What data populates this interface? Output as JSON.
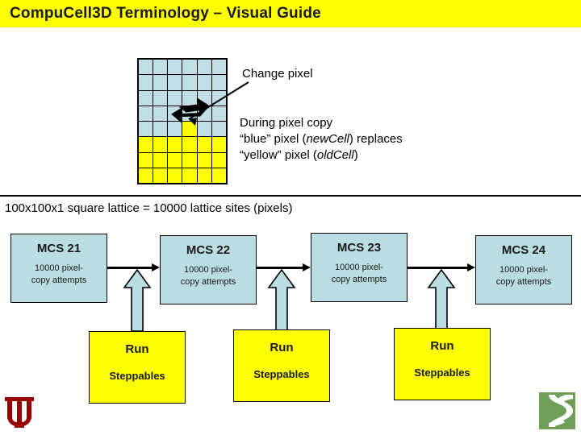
{
  "title": {
    "text": "CompuCell3D Terminology – Visual Guide",
    "banner_color": "#ffff00"
  },
  "lattice_diagram": {
    "rows": 8,
    "cols": 6,
    "blue_color": "#c1dfe4",
    "yellow_color": "#ffff00",
    "grid_pattern": [
      [
        "blue",
        "blue",
        "blue",
        "blue",
        "blue",
        "blue"
      ],
      [
        "blue",
        "blue",
        "blue",
        "blue",
        "blue",
        "blue"
      ],
      [
        "blue",
        "blue",
        "blue",
        "blue",
        "blue",
        "blue"
      ],
      [
        "blue",
        "blue",
        "blue",
        "blue",
        "blue",
        "blue"
      ],
      [
        "blue",
        "blue",
        "blue",
        "yellow",
        "blue",
        "blue"
      ],
      [
        "yellow",
        "yellow",
        "yellow",
        "yellow",
        "yellow",
        "yellow"
      ],
      [
        "yellow",
        "yellow",
        "yellow",
        "yellow",
        "yellow",
        "yellow"
      ],
      [
        "yellow",
        "yellow",
        "yellow",
        "yellow",
        "yellow",
        "yellow"
      ]
    ],
    "change_pixel_label": "Change pixel",
    "copy_description": {
      "line1": "During pixel copy",
      "line2_prefix": "“blue” pixel (",
      "line2_italic": "newCell",
      "line2_suffix": ") replaces",
      "line3_prefix": "“yellow” pixel (",
      "line3_italic": "oldCell",
      "line3_suffix": ")"
    }
  },
  "lattice_caption": "100x100x1 square lattice = 10000 lattice sites (pixels)",
  "mcs_boxes": [
    {
      "title": "MCS 21",
      "sub_line1": "10000 pixel-",
      "sub_line2": "copy attempts"
    },
    {
      "title": "MCS 22",
      "sub_line1": "10000 pixel-",
      "sub_line2": "copy attempts"
    },
    {
      "title": "MCS 23",
      "sub_line1": "10000 pixel-",
      "sub_line2": "copy attempts"
    },
    {
      "title": "MCS 24",
      "sub_line1": "10000 pixel-",
      "sub_line2": "copy attempts"
    }
  ],
  "run_boxes": [
    {
      "title": "Run",
      "sub": "Steppables"
    },
    {
      "title": "Run",
      "sub": "Steppables"
    },
    {
      "title": "Run",
      "sub": "Steppables"
    }
  ],
  "colors": {
    "mcs_box": "#b9dde0",
    "run_box": "#ffff00",
    "up_arrow_fill": "#b9dde0",
    "outline": "#000000",
    "iu_logo_red": "#990000",
    "biocomplexity_green": "#6f9e56"
  }
}
